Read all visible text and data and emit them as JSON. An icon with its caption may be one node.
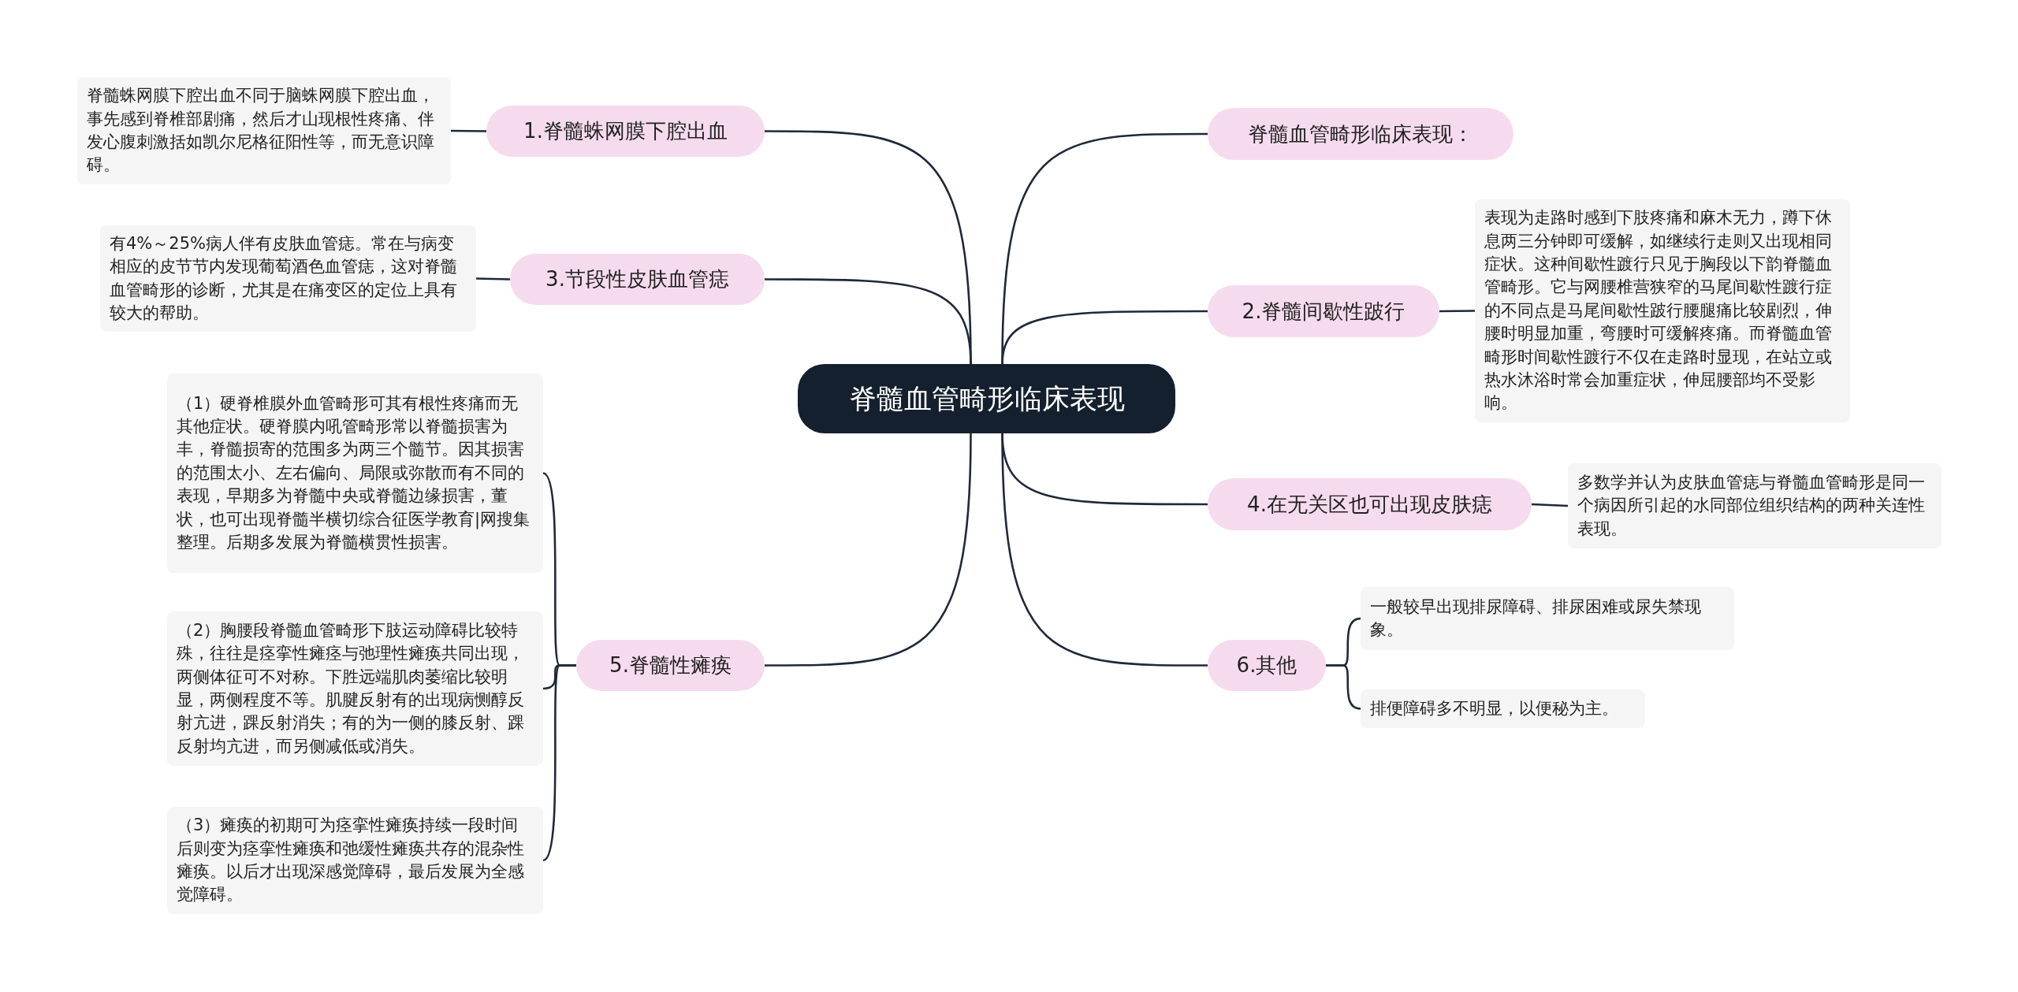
{
  "diagram": {
    "nodes": [
      {
        "text": [
          "脊髓血管畸形临床表现"
        ]
      },
      {
        "text": [
          "脊髓血管畸形临床表现："
        ]
      },
      {
        "text": [
          "2.脊髓间歇性跛行"
        ]
      },
      {
        "text": [
          "表现为走路时感到下肢疼痛和麻木无力，蹲下休息两三分钟即可缓解，如继续行走则又出现相同症状。这种间歇性踱行只见于胸段以下韵脊髓血管畸形。它与网腰椎营狭窄的马尾间歇性踱行症的不同点是马尾间歇性跛行腰腿痛比较剧烈，伸腰时明显加重，弯腰时可缓解疼痛。而脊髓血管畸形时间歇性踱行不仅在走路时显现，在站立或热水沐浴时常会加重症状，伸屈腰部均不受影响。"
        ]
      },
      {
        "text": [
          "4.在无关区也可出现皮肤痣"
        ]
      },
      {
        "text": [
          "多数学并认为皮肤血管痣与脊髓血管畸形是同一个病因所引起的水同部位组织结构的两种关连性表现。"
        ]
      },
      {
        "text": [
          "6.其他"
        ]
      },
      {
        "text": [
          "一般较早出现排尿障碍、排尿困难或尿失禁现象。"
        ]
      },
      {
        "text": [
          "排便障碍多不明显，以便秘为主。"
        ]
      },
      {
        "text": [
          "1.脊髓蛛网膜下腔出血"
        ]
      },
      {
        "text": [
          "脊髓蛛网膜下腔出血不同于脑蛛网膜下腔出血，事先感到脊椎部剧痛，然后才山现根性疼痛、伴发心腹刺激括如凯尔尼格征阳性等，而无意识障碍。"
        ]
      },
      {
        "text": [
          "3.节段性皮肤血管痣"
        ]
      },
      {
        "text": [
          "有4%～25%病人伴有皮肤血管痣。常在与病变相应的皮节节内发现葡萄酒色血管痣，这对脊髓血管畸形的诊断，尤其是在痛变区的定位上具有较大的帮助。"
        ]
      },
      {
        "text": [
          "5.脊髓性瘫痪"
        ]
      },
      {
        "text": [
          "（1）硬脊椎膜外血管畸形可其有根性疼痛而无其他症状。硬脊膜内吼管畸形常以脊髓损害为丰，脊髓损寄的范围多为两三个髓节。因其损害的范围太小、左右偏向、局限或弥散而有不同的表现，早期多为脊髓中央或脊髓边缘损害，董状，也可出现脊髓半横切综合征医学教育|网搜集整理。后期多发展为脊髓横贯性损害。"
        ]
      },
      {
        "text": [
          "（2）胸腰段脊髓血管畸形下肢运动障碍比较特殊，往往是痉挛性瘫痉与弛理性瘫痪共同出现，两侧体征可不对称。下胜远端肌肉萎缩比较明显，两侧程度不等。肌腱反射有的出现病恻醇反射亢进，踝反射消失；有的为一侧的膝反射、踝反射均亢进，而另侧减低或消失。"
        ]
      },
      {
        "text": [
          "（3）瘫痪的初期可为痉挛性瘫痪持续一段时间后则变为痉挛性瘫痪和弛缓性瘫痪共存的混杂性瘫痪。以后才出现深感觉障碍，最后发展为全感觉障碍。"
        ]
      }
    ],
    "edges": [
      {
        "from": 0,
        "to": 1,
        "arrow": "none"
      },
      {
        "from": 0,
        "to": 2,
        "arrow": "none"
      },
      {
        "from": 2,
        "to": 3,
        "arrow": "none"
      },
      {
        "from": 0,
        "to": 4,
        "arrow": "none"
      },
      {
        "from": 4,
        "to": 5,
        "arrow": "none"
      },
      {
        "from": 0,
        "to": 6,
        "arrow": "none"
      },
      {
        "from": 6,
        "to": 7,
        "arrow": "none"
      },
      {
        "from": 6,
        "to": 8,
        "arrow": "none"
      },
      {
        "from": 0,
        "to": 9,
        "arrow": "none"
      },
      {
        "from": 9,
        "to": 10,
        "arrow": "none"
      },
      {
        "from": 0,
        "to": 11,
        "arrow": "none"
      },
      {
        "from": 11,
        "to": 12,
        "arrow": "none"
      },
      {
        "from": 0,
        "to": 13,
        "arrow": "none"
      },
      {
        "from": 13,
        "to": 14,
        "arrow": "none"
      },
      {
        "from": 13,
        "to": 15,
        "arrow": "none"
      },
      {
        "from": 13,
        "to": 16,
        "arrow": "none"
      }
    ]
  }
}
